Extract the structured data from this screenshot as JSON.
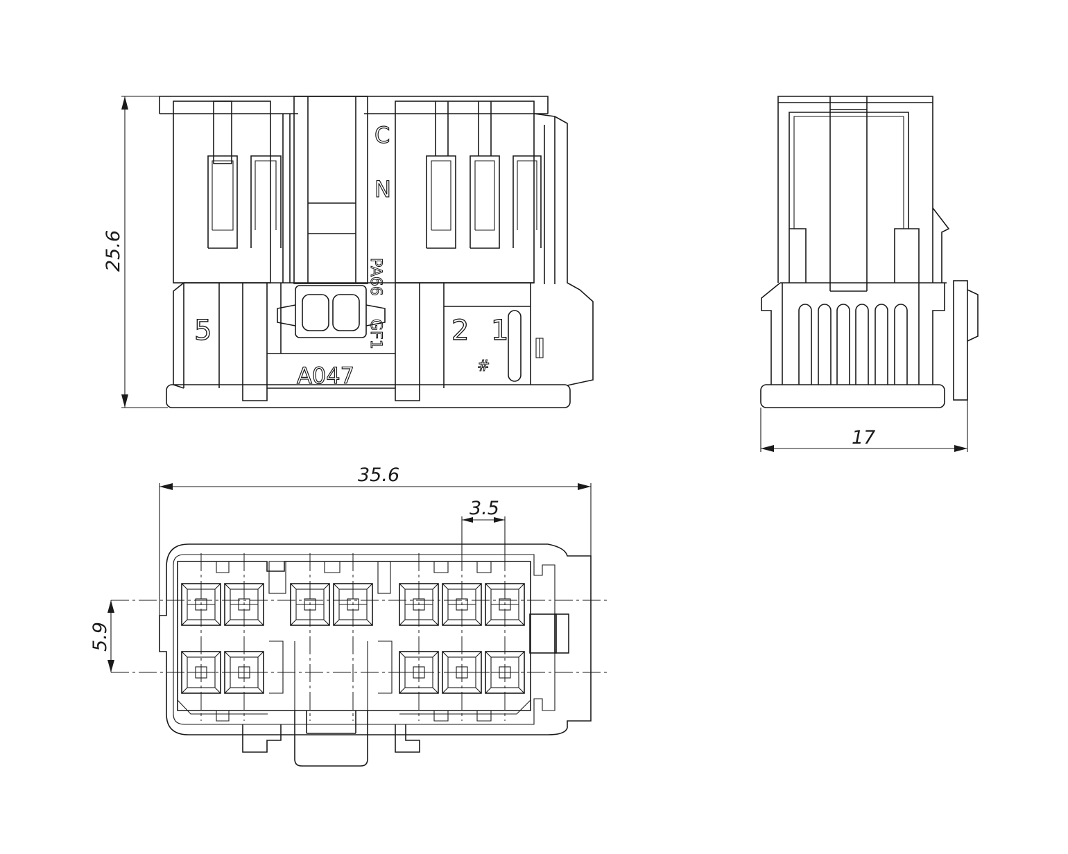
{
  "dimensions": {
    "height": "25.6",
    "width": "35.6",
    "depth": "17",
    "pitch": "3.5",
    "row_spacing": "5.9"
  },
  "markings": {
    "pin_5": "5",
    "pin_2": "2",
    "pin_1": "1",
    "part_code": "A047",
    "material": "PA66",
    "grade": "GF1",
    "symbol": "#"
  },
  "line_color": "#1a1a1a"
}
